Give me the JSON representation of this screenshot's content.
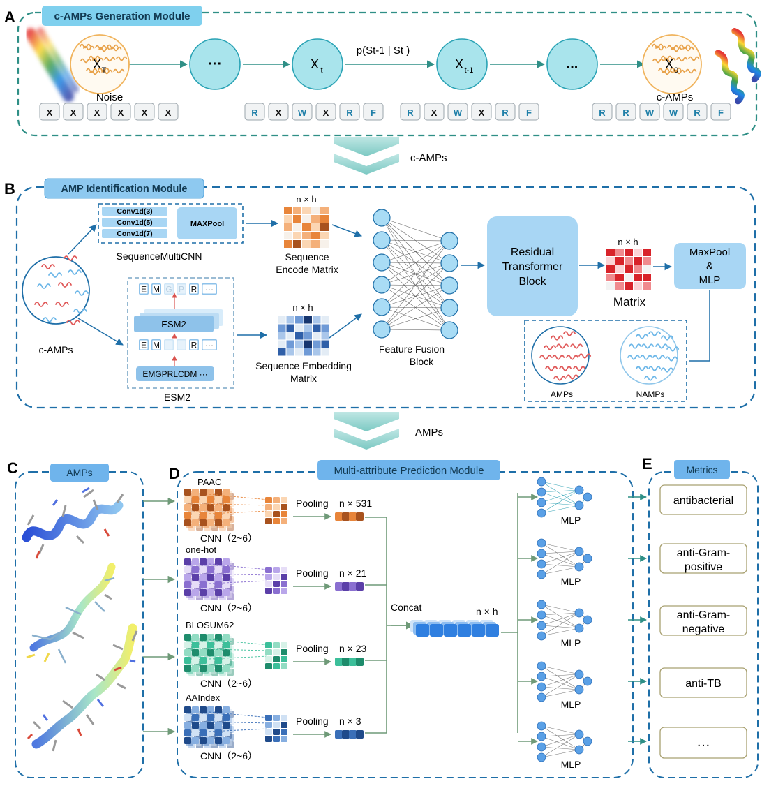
{
  "colors": {
    "teal_border": "#2f8f86",
    "blue_border": "#1f6fa8",
    "node_fill": "#a9e4ec",
    "node_stroke": "#2aa3b5",
    "module_label_bg": "#7fd0ee",
    "panel_blue": "#a8d6f4",
    "amp_red": "#e05a5a",
    "namp_blue": "#6db7e8",
    "mlp_node": "#5aa0e6",
    "arrow_green": "#6f9a78",
    "orange": "#e8853a",
    "purple": "#8a6fd0",
    "green": "#3cbf9a",
    "navy": "#3a6fb8"
  },
  "panel_a": {
    "letter": "A",
    "title": "c-AMPs Generation Module",
    "nodes": [
      {
        "label": "X",
        "sub": "T",
        "caption": "Noise",
        "style": "noise"
      },
      {
        "label": "···",
        "sub": "",
        "caption": "",
        "style": "plain"
      },
      {
        "label": "X",
        "sub": "t",
        "caption": "",
        "style": "plain"
      },
      {
        "label": "X",
        "sub": "t-1",
        "caption": "",
        "style": "plain"
      },
      {
        "label": "...",
        "sub": "",
        "caption": "",
        "style": "plain"
      },
      {
        "label": "X",
        "sub": "0",
        "caption": "c-AMPs",
        "style": "noise"
      }
    ],
    "transition_label": "p(St-1 | St )",
    "token_groups": [
      [
        "X",
        "X",
        "X",
        "X",
        "X",
        "X"
      ],
      [
        "R",
        "X",
        "W",
        "X",
        "R",
        "F"
      ],
      [
        "R",
        "X",
        "W",
        "X",
        "R",
        "F"
      ],
      [
        "R",
        "R",
        "W",
        "W",
        "R",
        "F"
      ]
    ]
  },
  "flow_ab": {
    "label": "c-AMPs"
  },
  "panel_b": {
    "letter": "B",
    "title": "AMP Identification Module",
    "input_caption": "c-AMPs",
    "cnn_layers": [
      "Conv1d(3)",
      "Conv1d(5)",
      "Conv1d(7)"
    ],
    "maxpool_label": "MAXPool",
    "cnn_caption": "SequenceMultiCNN",
    "esm_top_tokens": [
      "E",
      "M",
      "G",
      "P",
      "R",
      "···"
    ],
    "esm_block_label": "ESM2",
    "esm_mid_tokens": [
      "E",
      "M",
      "",
      "",
      "R",
      "···"
    ],
    "esm_input_seq": "EMGPRLCDM ···",
    "esm_caption": "ESM2",
    "encode_dims": "n × h",
    "encode_caption": [
      "Sequence",
      "Encode Matrix"
    ],
    "embed_dims": "n × h",
    "embed_caption": [
      "Sequence Embedding",
      "Matrix"
    ],
    "fusion_caption": [
      "Feature Fusion",
      "Block"
    ],
    "transformer_label": [
      "Residual",
      "Transformer",
      "Block"
    ],
    "matrix_dims": "n × h",
    "matrix_caption": "Matrix",
    "maxpool_mlp_label": [
      "MaxPool",
      "&",
      "MLP"
    ],
    "amps_caption": "AMPs",
    "namps_caption": "NAMPs"
  },
  "flow_bd": {
    "label": "AMPs"
  },
  "panel_c": {
    "letter": "C",
    "title": "AMPs"
  },
  "panel_d": {
    "letter": "D",
    "title": "Multi-attribute Prediction Module",
    "branches": [
      {
        "name": "PAAC",
        "pool_label": "Pooling",
        "dims": "n ×  531",
        "cnn_label": "CNN（2~6）",
        "color": "#e8853a"
      },
      {
        "name": "one-hot",
        "pool_label": "Pooling",
        "dims": "n ×  21",
        "cnn_label": "CNN（2~6）",
        "color": "#8a6fd0"
      },
      {
        "name": "BLOSUM62",
        "pool_label": "Pooling",
        "dims": "n ×  23",
        "cnn_label": "CNN（2~6）",
        "color": "#3cbf9a"
      },
      {
        "name": "AAIndex",
        "pool_label": "Pooling",
        "dims": "n ×  3",
        "cnn_label": "CNN（2~6）",
        "color": "#3a6fb8"
      }
    ],
    "concat_label": "Concat",
    "concat_dims": "n ×  h",
    "mlp_labels": [
      "MLP",
      "MLP",
      "MLP",
      "MLP",
      "MLP"
    ]
  },
  "panel_e": {
    "letter": "E",
    "title": "Metrics",
    "metrics": [
      [
        "antibacterial"
      ],
      [
        "anti-Gram-",
        "positive"
      ],
      [
        "anti-Gram-",
        "negative"
      ],
      [
        "anti-TB"
      ],
      [
        "…"
      ]
    ]
  }
}
